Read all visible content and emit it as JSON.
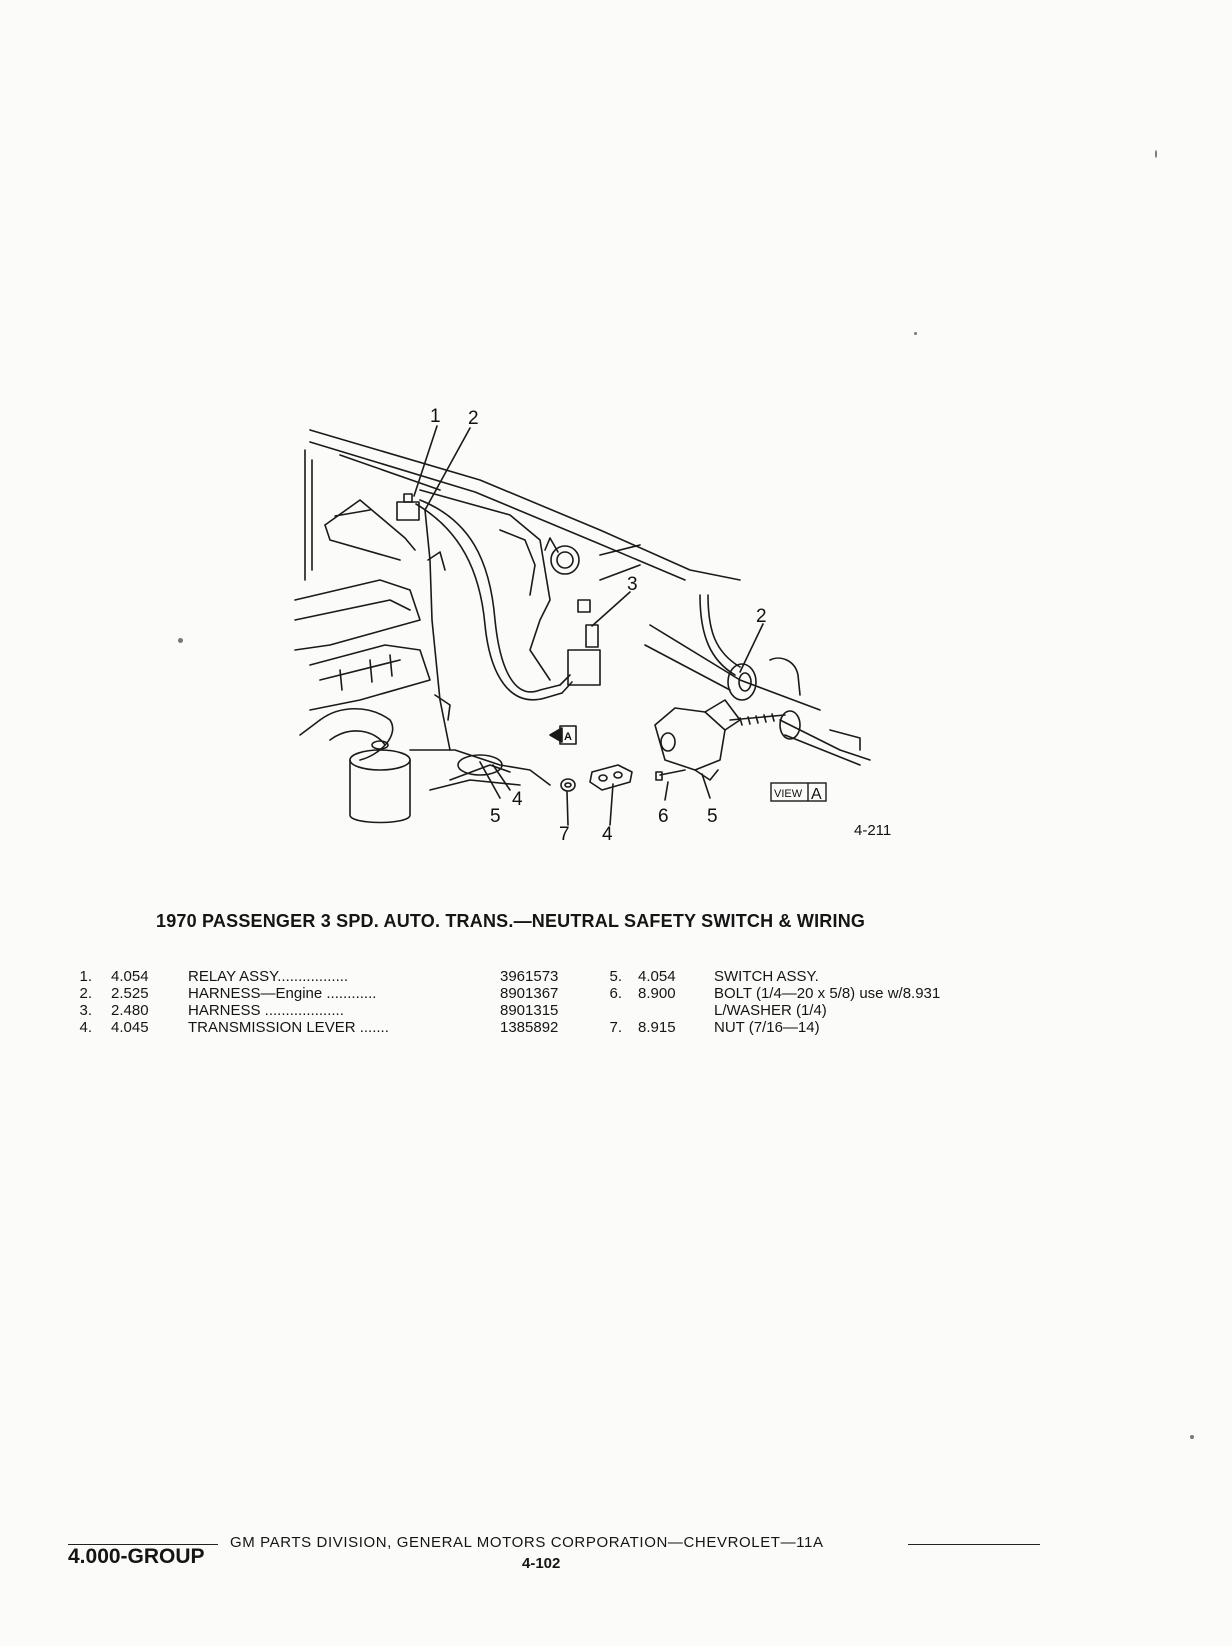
{
  "figure": {
    "figure_number": "4-211",
    "view_label": "VIEW",
    "view_letter": "A",
    "arrow_letter": "A",
    "callouts": [
      "1",
      "2",
      "3",
      "2",
      "4",
      "5",
      "7",
      "4",
      "6",
      "5"
    ]
  },
  "caption": "1970 PASSENGER 3 SPD. AUTO. TRANS.—NEUTRAL SAFETY SWITCH & WIRING",
  "parts_left": [
    {
      "num": "1.",
      "group": "4.054",
      "desc": "RELAY ASSY.................",
      "part_no": "3961573"
    },
    {
      "num": "2.",
      "group": "2.525",
      "desc": "HARNESS—Engine ............",
      "part_no": "8901367"
    },
    {
      "num": "3.",
      "group": "2.480",
      "desc": "HARNESS ...................",
      "part_no": "8901315"
    },
    {
      "num": "4.",
      "group": "4.045",
      "desc": "TRANSMISSION LEVER .......",
      "part_no": "1385892"
    }
  ],
  "parts_right": [
    {
      "num": "5.",
      "group": "4.054",
      "desc": "SWITCH ASSY."
    },
    {
      "num": "6.",
      "group": "8.900",
      "desc": "BOLT (1/4—20 x 5/8) use w/8.931"
    },
    {
      "num": "",
      "group": "",
      "desc": "L/WASHER (1/4)"
    },
    {
      "num": "7.",
      "group": "8.915",
      "desc": "NUT (7/16—14)"
    }
  ],
  "footer": {
    "division": "GM PARTS DIVISION, GENERAL MOTORS CORPORATION—CHEVROLET—11A",
    "group": "4.000-GROUP",
    "page": "4-102"
  }
}
